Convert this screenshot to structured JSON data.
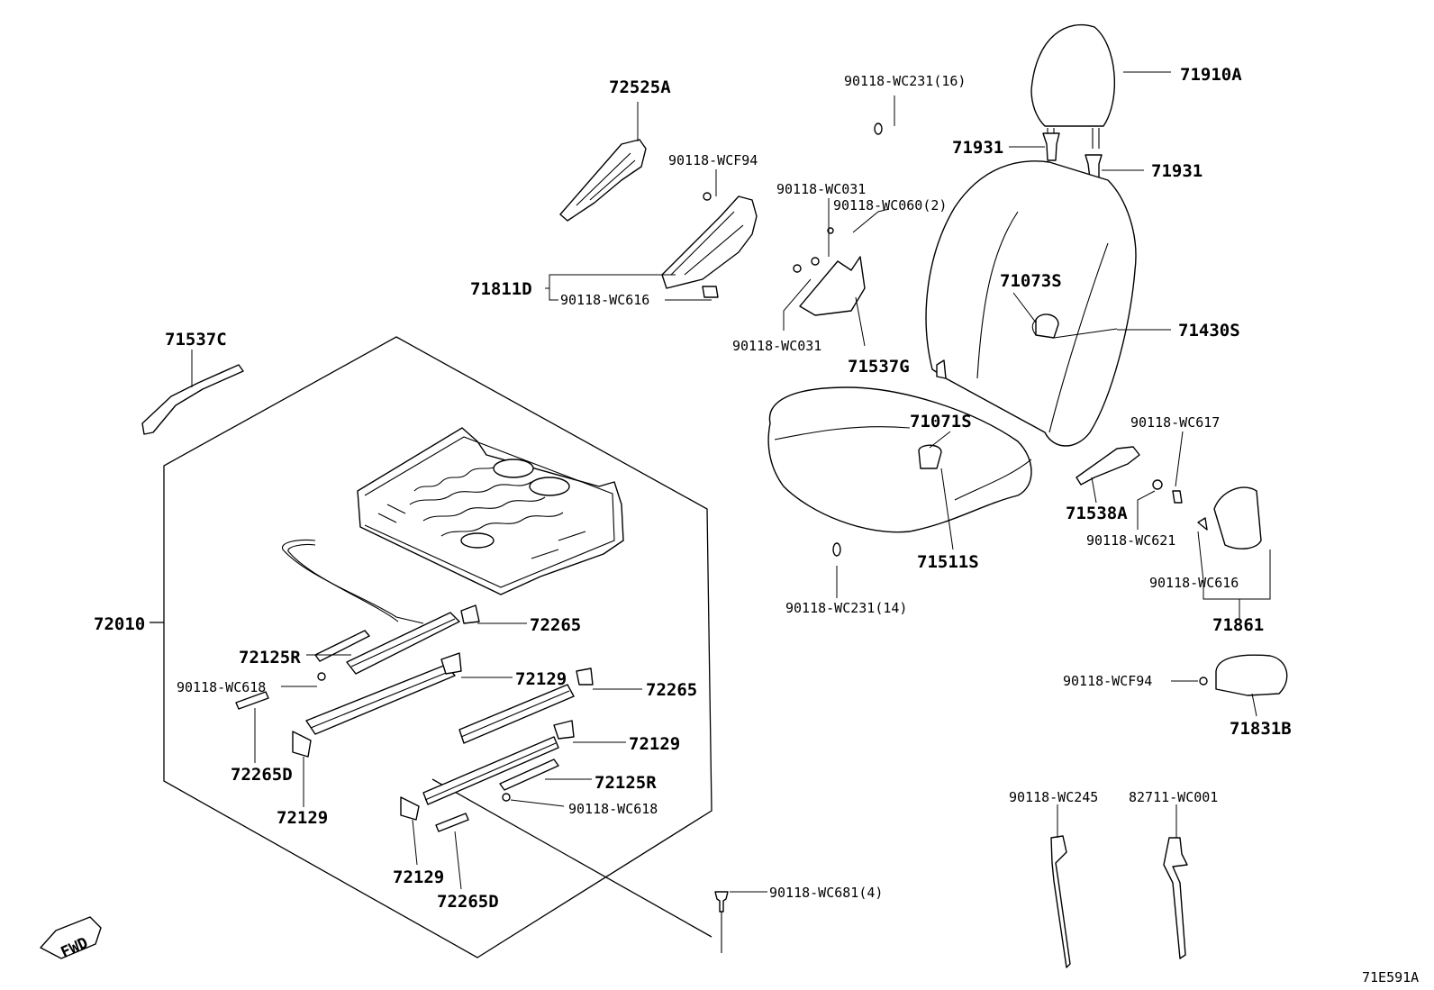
{
  "diagram": {
    "code": "71E591A",
    "fwd": "FWD",
    "labels": {
      "l72525A": "72525A",
      "lWCF94_top": "90118-WCF94",
      "l71811D": "71811D",
      "lWC616_top": "90118-WC616",
      "l71537C": "71537C",
      "l72010": "72010",
      "lWC231_16": "90118-WC231(16)",
      "lWC031_a": "90118-WC031",
      "lWC060": "90118-WC060(2)",
      "lWC031_b": "90118-WC031",
      "l71537G": "71537G",
      "l71910A": "71910A",
      "l71931_a": "71931",
      "l71931_b": "71931",
      "l71073S": "71073S",
      "l71430S": "71430S",
      "l71071S": "71071S",
      "l71511S": "71511S",
      "lWC231_14": "90118-WC231(14)",
      "lWC617": "90118-WC617",
      "l71538A": "71538A",
      "lWC621": "90118-WC621",
      "lWC616_r": "90118-WC616",
      "l71861": "71861",
      "lWCF94_r": "90118-WCF94",
      "l71831B": "71831B",
      "lWC245": "90118-WC245",
      "l82711": "82711-WC001",
      "l72265_a": "72265",
      "l72125R_a": "72125R",
      "l72129_a": "72129",
      "lWC618_a": "90118-WC618",
      "l72265_b": "72265",
      "l72129_b": "72129",
      "l72265D_a": "72265D",
      "l72129_c": "72129",
      "l72125R_b": "72125R",
      "lWC618_b": "90118-WC618",
      "l72129_d": "72129",
      "l72265D_b": "72265D",
      "lWC681": "90118-WC681(4)"
    }
  }
}
